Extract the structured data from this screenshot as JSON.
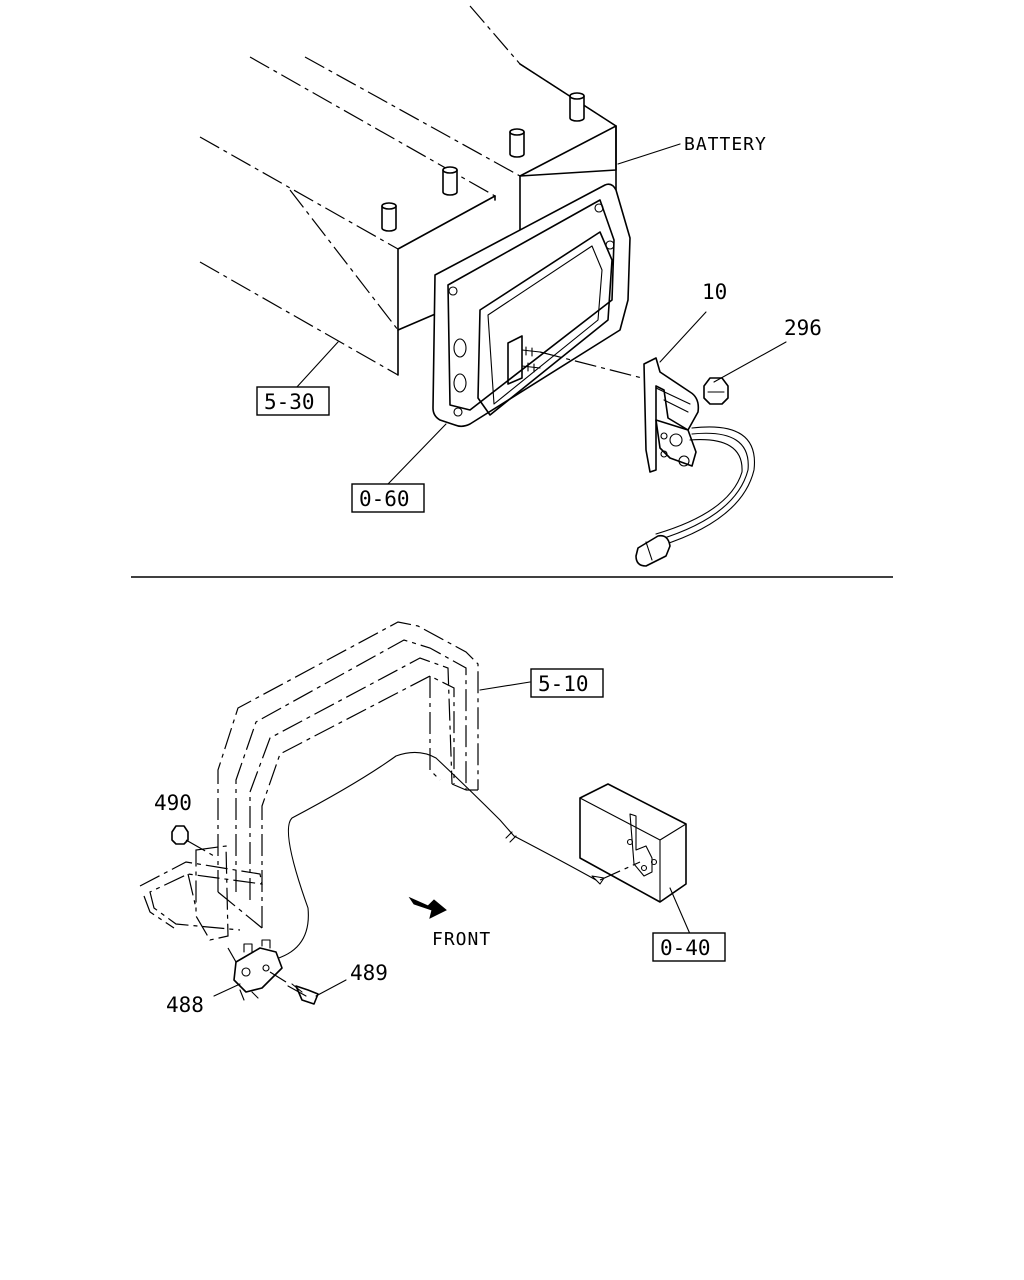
{
  "labels": {
    "battery": "BATTERY",
    "part_10": "10",
    "part_296": "296",
    "ref_5_30": "5-30",
    "ref_0_60": "0-60",
    "ref_5_10": "5-10",
    "part_490": "490",
    "front": "FRONT",
    "ref_0_40": "0-40",
    "part_489": "489",
    "part_488": "488"
  }
}
